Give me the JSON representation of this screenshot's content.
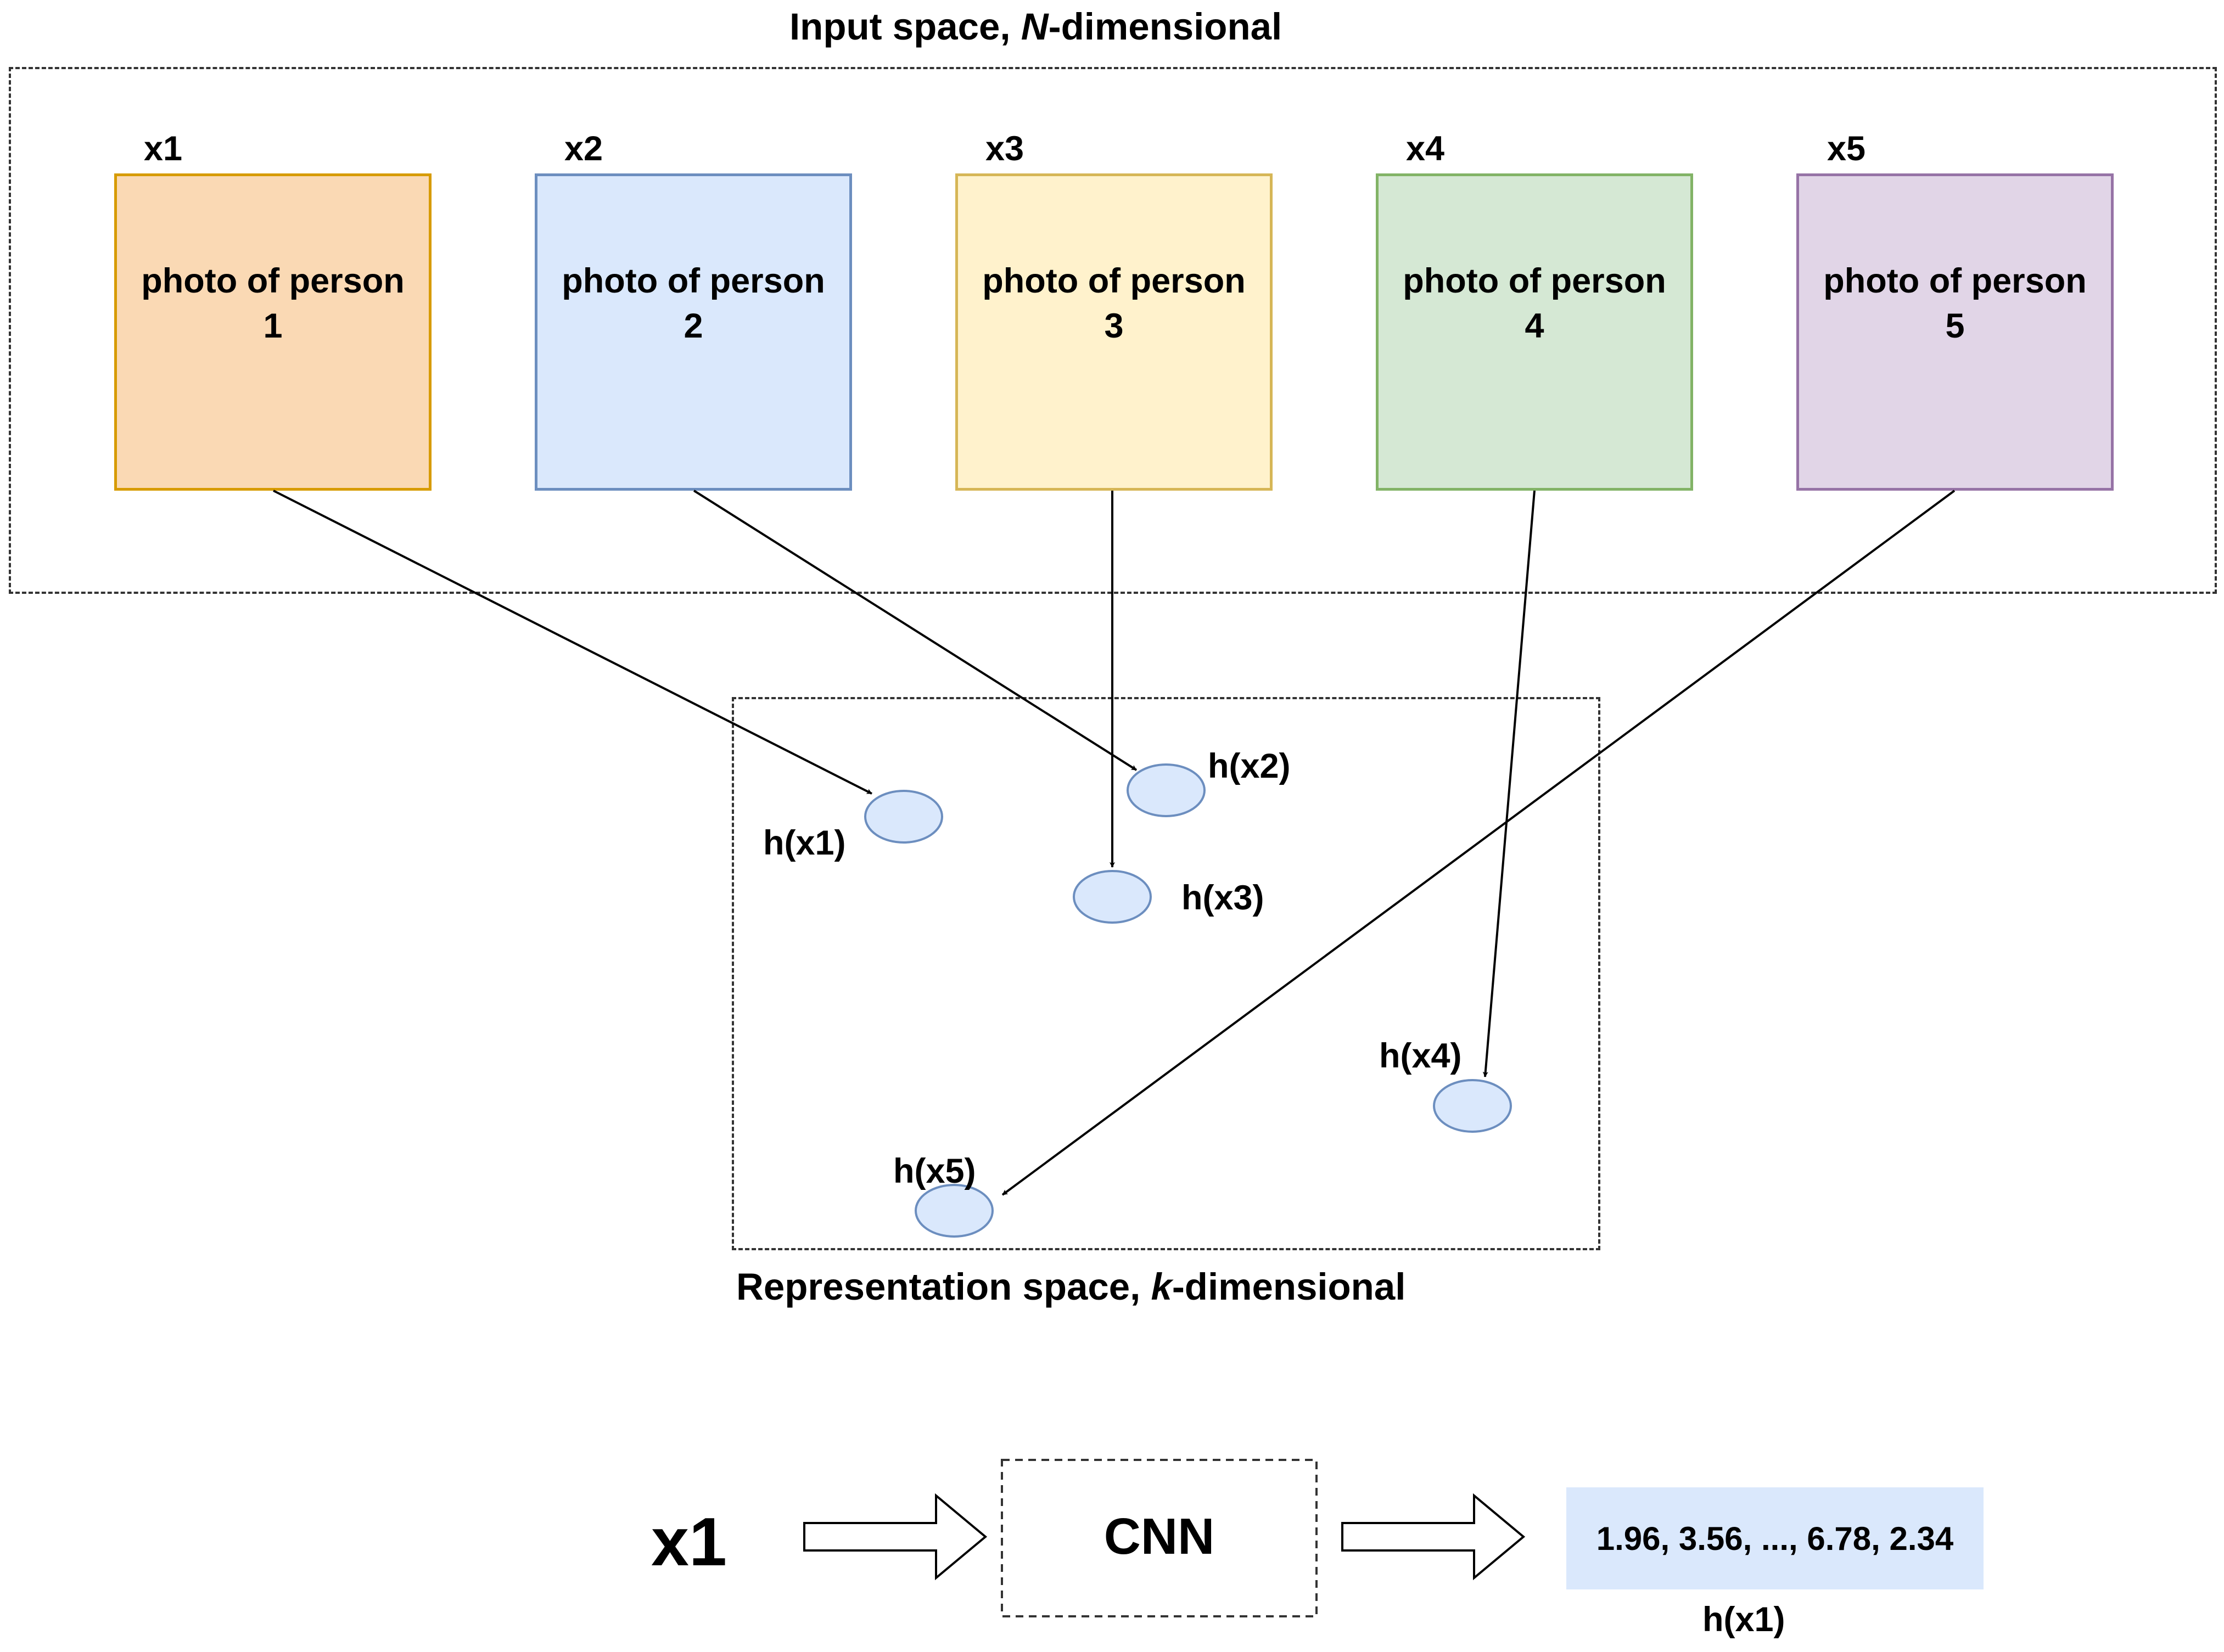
{
  "input_space": {
    "title_prefix": "Input space, ",
    "title_italic": "N",
    "title_suffix": "-dimensional"
  },
  "representation_space": {
    "title_prefix": "Representation space, ",
    "title_italic": "k",
    "title_suffix": "-dimensional"
  },
  "photos": [
    {
      "id": "x1",
      "label": "photo of person\n1",
      "fill": "#fad9b4",
      "stroke": "#d79b00"
    },
    {
      "id": "x2",
      "label": "photo of person\n2",
      "fill": "#dae8fc",
      "stroke": "#6c8ebf"
    },
    {
      "id": "x3",
      "label": "photo of person\n3",
      "fill": "#fff2cc",
      "stroke": "#d6b656"
    },
    {
      "id": "x4",
      "label": "photo of person\n4",
      "fill": "#d5e8d4",
      "stroke": "#82b366"
    },
    {
      "id": "x5",
      "label": "photo of person\n5",
      "fill": "#e1d5e7",
      "stroke": "#9673a6"
    }
  ],
  "embeddings": [
    {
      "label": "h(x1)"
    },
    {
      "label": "h(x2)"
    },
    {
      "label": "h(x3)"
    },
    {
      "label": "h(x4)"
    },
    {
      "label": "h(x5)"
    }
  ],
  "pipeline": {
    "input": "x1",
    "model": "CNN",
    "vector": "1.96, 3.56, ..., 6.78, 2.34",
    "output_label": "h(x1)"
  },
  "colors": {
    "node_fill": "#dae8fc",
    "node_stroke": "#6c8ebf",
    "line": "#000000"
  }
}
